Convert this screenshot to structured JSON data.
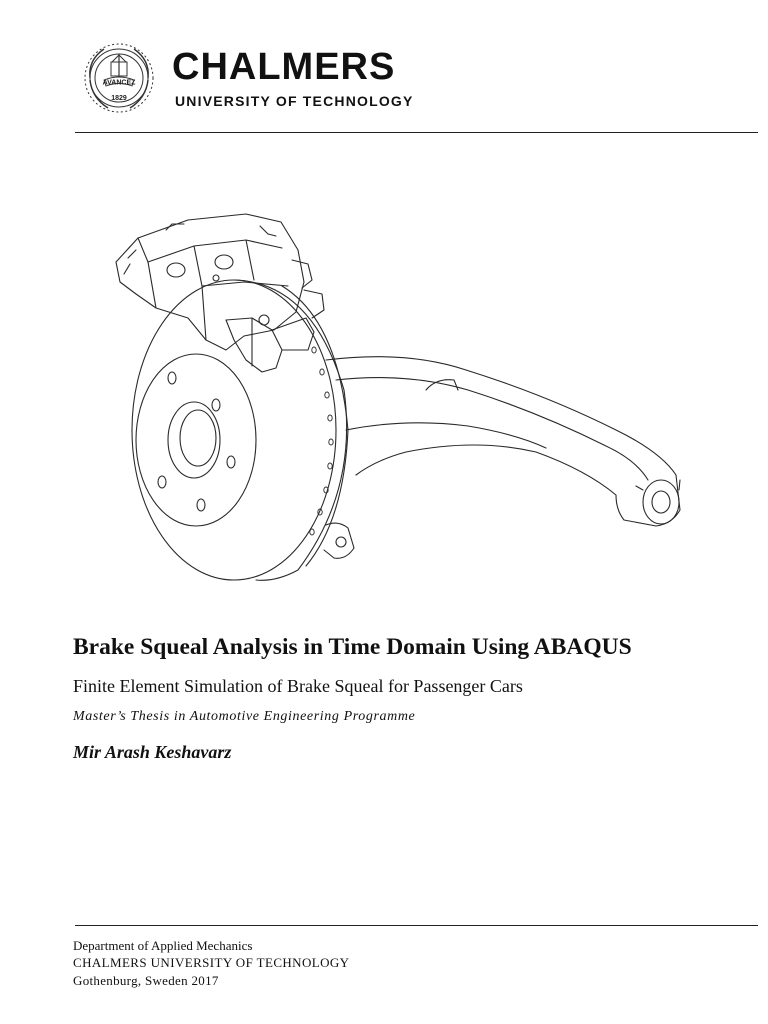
{
  "header": {
    "brand_name": "CHALMERS",
    "brand_subtitle": "UNIVERSITY OF TECHNOLOGY",
    "seal": {
      "motto": "AVANCEZ",
      "year": "1829",
      "icon": "university-seal-icon"
    }
  },
  "cover": {
    "illustration": "brake-assembly-drawing",
    "title": "Brake Squeal Analysis in Time Domain Using ABAQUS",
    "subtitle": "Finite Element Simulation of Brake Squeal for Passenger Cars",
    "programme": "Master’s Thesis in Automotive Engineering Programme",
    "author": "Mir Arash Keshavarz"
  },
  "footer": {
    "department": "Department of Applied Mechanics",
    "university": "CHALMERS UNIVERSITY OF TECHNOLOGY",
    "location_year": "Gothenburg, Sweden 2017"
  }
}
